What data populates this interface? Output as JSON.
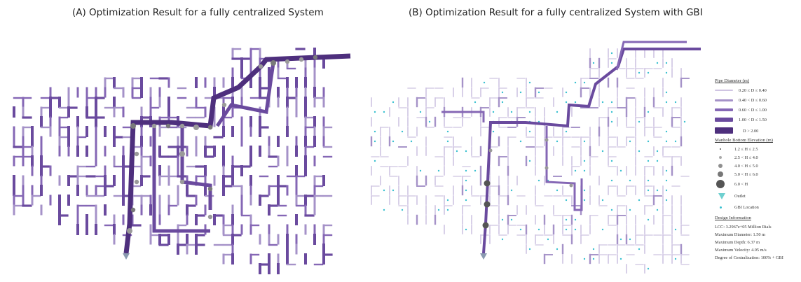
{
  "panels": {
    "a": {
      "title": "(A) Optimization Result for a fully centralized System"
    },
    "b": {
      "title": "(B) Optimization Result for a fully centralized System with GBI"
    }
  },
  "legend": {
    "pipe_header": "Pipe Diameter (m)",
    "pipes": [
      {
        "label": "0.20 ≤ D ≤ 0.40",
        "color": "#cfc4e2"
      },
      {
        "label": "0.40 < D ≤ 0.60",
        "color": "#a592c8"
      },
      {
        "label": "0.60 < D ≤ 1.00",
        "color": "#8567b5"
      },
      {
        "label": "1.00 < D ≤ 1.50",
        "color": "#6a4a9e"
      },
      {
        "label": "D > 2.00",
        "color": "#4e2f7d"
      }
    ],
    "manhole_header": "Manhole Bottom Elevation (m)",
    "manholes": [
      {
        "label": "1.2 ≤ H ≤ 2.5"
      },
      {
        "label": "2.5 < H ≤ 4.0"
      },
      {
        "label": "4.0 < H ≤ 5.0"
      },
      {
        "label": "5.0 < H ≤ 6.0"
      },
      {
        "label": "6.0 < H"
      }
    ],
    "outlet_label": "Outlet",
    "gbi_label": "GBI Location",
    "design_header": "Design Information",
    "design": [
      "LCC: 3.2967e+05 Million Rials",
      "Maximum Diameter: 1.50 m",
      "Maximum Depth: 6.37 m",
      "Maximum Velocity: 4.05 m/s",
      "Degree of Centralization: 100% + GBI"
    ]
  }
}
